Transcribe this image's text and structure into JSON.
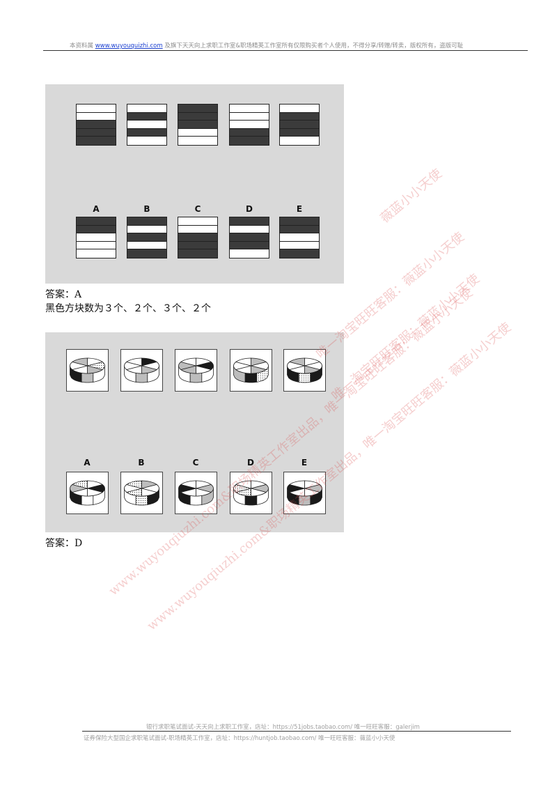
{
  "header": {
    "prefix": "本资料属",
    "link": "www.wuyouquizhi.com",
    "suffix": "及旗下天天向上求职工作室&职场精英工作室所有仅限购买者个人使用，不得分享/转赠/转卖，版权所有，盗版可耻"
  },
  "question1": {
    "stem_figures": [
      [
        "light",
        "light",
        "dark",
        "dark",
        "dark"
      ],
      [
        "light",
        "dark",
        "light",
        "dark",
        "light"
      ],
      [
        "dark",
        "dark",
        "dark",
        "light",
        "light"
      ],
      [
        "light",
        "light",
        "light",
        "dark",
        "dark"
      ],
      [
        "light",
        "dark",
        "dark",
        "dark",
        "light"
      ]
    ],
    "options": [
      {
        "label": "A",
        "rows": [
          "dark",
          "dark",
          "light",
          "light",
          "light"
        ]
      },
      {
        "label": "B",
        "rows": [
          "dark",
          "light",
          "dark",
          "light",
          "dark"
        ]
      },
      {
        "label": "C",
        "rows": [
          "light",
          "light",
          "dark",
          "dark",
          "dark"
        ]
      },
      {
        "label": "D",
        "rows": [
          "dark",
          "light",
          "dark",
          "dark",
          "light"
        ]
      },
      {
        "label": "E",
        "rows": [
          "dark",
          "dark",
          "light",
          "light",
          "dark"
        ]
      }
    ],
    "answer": "答案：A",
    "explanation": "黑色方块数为３个、２个、３个、２个"
  },
  "question2": {
    "stem_figures": [
      {
        "top": [
          "white",
          "dots",
          "gray",
          "white",
          "white",
          "gray"
        ],
        "side": [
          "black",
          "gray",
          "white"
        ]
      },
      {
        "top": [
          "black",
          "white",
          "gray",
          "white",
          "white",
          "white"
        ],
        "side": [
          "white",
          "gray",
          "white"
        ]
      },
      {
        "top": [
          "white",
          "black",
          "white",
          "gray",
          "gray",
          "white"
        ],
        "side": [
          "white",
          "gray",
          "white"
        ]
      },
      {
        "top": [
          "gray",
          "white",
          "gray",
          "white",
          "white",
          "white"
        ],
        "side": [
          "gray",
          "black",
          "dots"
        ]
      },
      {
        "top": [
          "white",
          "white",
          "gray",
          "white",
          "white",
          "gray"
        ],
        "side": [
          "black",
          "dots",
          "black"
        ]
      }
    ],
    "options": [
      {
        "label": "A",
        "top": [
          "white",
          "black",
          "white",
          "white",
          "gray",
          "dots"
        ],
        "side": [
          "black",
          "white",
          "white"
        ]
      },
      {
        "label": "B",
        "top": [
          "gray",
          "white",
          "white",
          "dots",
          "white",
          "dots"
        ],
        "side": [
          "white",
          "dots",
          "black"
        ]
      },
      {
        "label": "C",
        "top": [
          "white",
          "gray",
          "white",
          "white",
          "black",
          "white"
        ],
        "side": [
          "black",
          "white",
          "gray"
        ]
      },
      {
        "label": "D",
        "top": [
          "white",
          "gray",
          "white",
          "dots",
          "dots",
          "white"
        ],
        "side": [
          "white",
          "black",
          "white"
        ]
      },
      {
        "label": "E",
        "top": [
          "white",
          "gray",
          "white",
          "white",
          "black",
          "white"
        ],
        "side": [
          "black",
          "gray",
          "black"
        ]
      }
    ],
    "answer": "答案：D"
  },
  "watermarks": [
    "薇蓝小小天使",
    "唯一淘宝旺旺客服：薇蓝小小天使",
    "唯一淘宝旺旺客服：薇蓝小小天使",
    "www.wuyouqiuzhi.com&职场精英工作室出品，唯一淘宝旺旺客服：薇蓝小小天使",
    "www.wuyouqiuzhi.com&职场精英工作室出品，唯一淘宝旺旺客服：薇蓝小小天使"
  ],
  "footer": {
    "line1": "银行求职笔试面试-天天向上求职工作室，店址：https://51jobs.taobao.com/ 唯一旺旺客服：galerjim",
    "line2": "证券保险大型国企求职笔试面试-职场精英工作室，店址：https://huntjob.taobao.com/ 唯一旺旺客服：薇蓝小小天使"
  },
  "colors": {
    "dark": "#3b3b3b",
    "gray": "#bdbdbd",
    "black": "#1a1a1a",
    "white": "#ffffff",
    "dots": "#e6e6e6"
  }
}
